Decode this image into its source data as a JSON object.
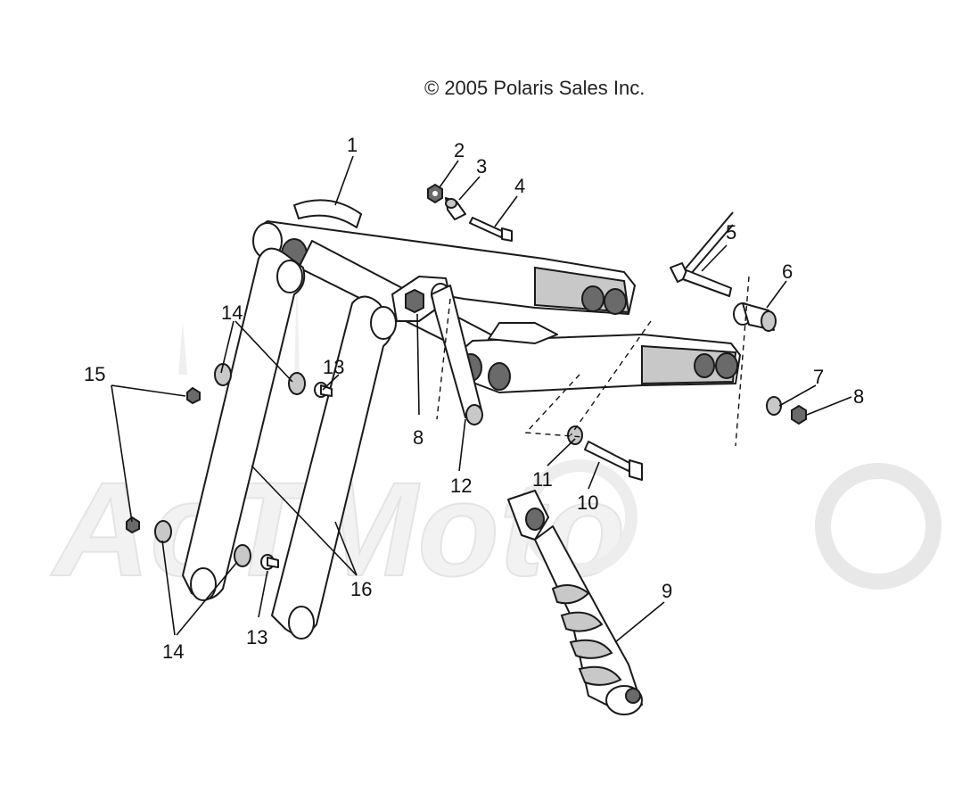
{
  "copyright": "© 2005 Polaris Sales Inc.",
  "watermark": "AcTMoto",
  "callouts": {
    "c1": "1",
    "c2": "2",
    "c3": "3",
    "c4": "4",
    "c5": "5",
    "c6": "6",
    "c7": "7",
    "c8a": "8",
    "c8b": "8",
    "c9": "9",
    "c10": "10",
    "c11": "11",
    "c12": "12",
    "c13a": "13",
    "c13b": "13",
    "c14a": "14",
    "c14b": "14",
    "c15": "15",
    "c16": "16"
  }
}
